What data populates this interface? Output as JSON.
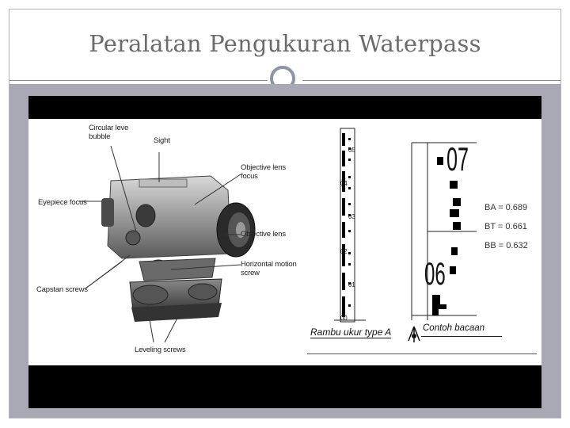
{
  "slide": {
    "title": "Peralatan Pengukuran Waterpass"
  },
  "figure": {
    "instrument_labels": {
      "circular_level_bubble": "Circular leve\nbubble",
      "sight": "Sight",
      "objective_lens_focus": "Objective lens\nfocus",
      "eyepiece_focus": "Eyepiece focus",
      "objective_lens": "Objective lens",
      "horizontal_motion_screw": "Horizontal motion\nscrew",
      "capstan_screws": "Capstan screws",
      "leveling_screws": "Leveling screws"
    },
    "staff": {
      "caption": "Rambu ukur type A",
      "tick_labels": [
        "05",
        "04",
        "03",
        "02",
        "01",
        "00"
      ]
    },
    "example": {
      "caption": "Contoh bacaan",
      "big_numbers": [
        "07",
        "06"
      ],
      "readings": [
        {
          "key": "BA",
          "value": "= 0.689"
        },
        {
          "key": "BT",
          "value": "= 0.661"
        },
        {
          "key": "BB",
          "value": "= 0.632"
        }
      ]
    }
  },
  "colors": {
    "title": "#6b6b6b",
    "accent_ring": "#8d95a5",
    "band": "#a9a9b5"
  }
}
